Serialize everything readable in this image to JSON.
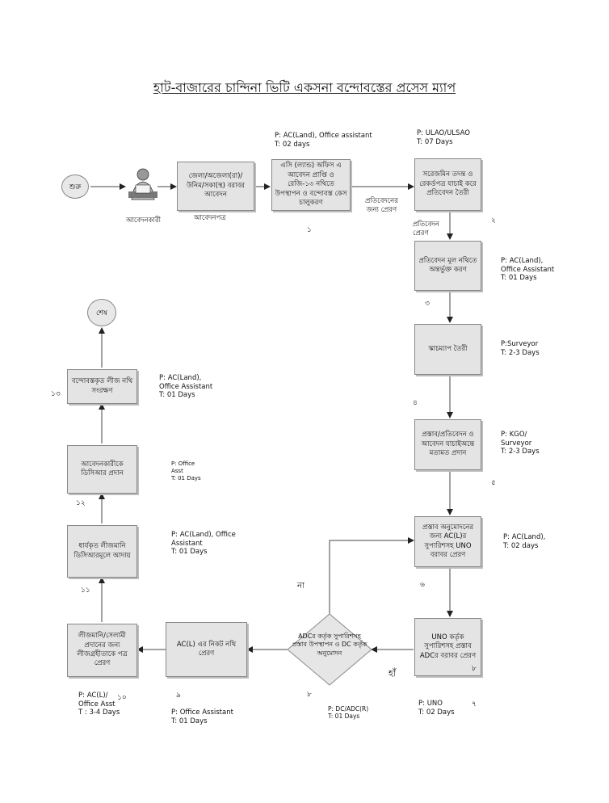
{
  "title": "হাট-বাজারের চান্দিনা ভিটি একসনা বন্দোবস্তের প্রসেস ম্যাপ",
  "start": "শুরু",
  "end": "শেষ",
  "applicant_label": "আবেদনকারী",
  "application_form_label": "আবেদনপত্র",
  "steps": {
    "s0": "জেলা/অজেলা(রা)/উনিম/সকা(স্থ) বরাবর আবেদন",
    "s1": "এসি (ল্যান্ড) অফিস এ আবেদন প্রাপ্তি ও রেজি-১৩ নথিতে উপস্থাপন ও বন্দোবস্ত কেস চালুকরণ",
    "s2": "সরেজমিন তদন্ত ও রেকর্ডপত্র যাচাই করে প্রতিবেদন তৈরী",
    "s3": "প্রতিবেদন মূল নথিতে অন্তর্ভুক্ত করণ",
    "s4": "স্কাচম্যাপ তৈরী",
    "s5": "প্রস্তাব/প্রতিবেদন ও আবেদন যাচাইঅন্তে মতামত প্রদান",
    "s6": "প্রস্তাব অনুমোদনের জন্য AC(L)র সুপারিশসহ UNO বরাবর প্রেরণ",
    "s7": "UNO কর্তৃক সুপারিশসহ প্রস্তাব ADCর বরাবর প্রেরণ",
    "s8": "ADCর কর্তৃক সুপারিশসহ প্রস্তাব উপস্থাপন ও DC কর্তৃক অনুমোদন",
    "s9": "AC(L) এর নিকট নথি প্রেরণ",
    "s10": "লীজমানি/সেলামী প্রদানের জন্য লীজগ্রহীতাকে পত্র প্রেরণ",
    "s11": "ধার্যকৃত লীজমানি ডিসিআরমূলে আদায়",
    "s12": "আবেদনকারীকে ডিসিআর প্রদান",
    "s13": "বন্দোবস্তকৃত লীজ নথি সংরক্ষণ"
  },
  "numbers": {
    "n1": "১",
    "n2": "২",
    "n3": "৩",
    "n4": "৪",
    "n5": "৫",
    "n6": "৬",
    "n7": "৭",
    "n7b": "৮",
    "n8": "৮",
    "n9": "৯",
    "n10": "১০",
    "n11": "১১",
    "n12": "১২",
    "n13": "১৩"
  },
  "edge_labels": {
    "send_for_report": "প্রতিবেদনের\nজন্য প্রেরণ",
    "report_sent": "প্রতিবেদন\nপ্রেরণ",
    "no": "না",
    "yes": "হাঁ"
  },
  "annotations": {
    "a1": "P: AC(Land), Office assistant\nT: 02 days",
    "a2": "P: ULAO/ULSAO\nT: 07 Days",
    "a3": "P:  AC(Land),\n    Office Assistant\nT:  01 Days",
    "a4": "P:Surveyor\nT: 2-3 Days",
    "a5": "P: KGO/\n    Surveyor\nT: 2-3 Days",
    "a6": "P: AC(Land),\nT: 02 days",
    "a7": "P: UNO\nT: 02 Days",
    "a8": "P: DC/ADC(R)\nT: 01 Days",
    "a9": "P: Office Assistant\nT: 01 Days",
    "a10": "P: AC(L)/\nOffice Asst\nT : 3-4 Days",
    "a11": "P: AC(Land), Office\nAssistant\nT: 01 Days",
    "a12": "P: Office\nAsst\nT: 01 Days",
    "a13": "P:  AC(Land),\n    Office Assistant\nT:  01 Days"
  }
}
